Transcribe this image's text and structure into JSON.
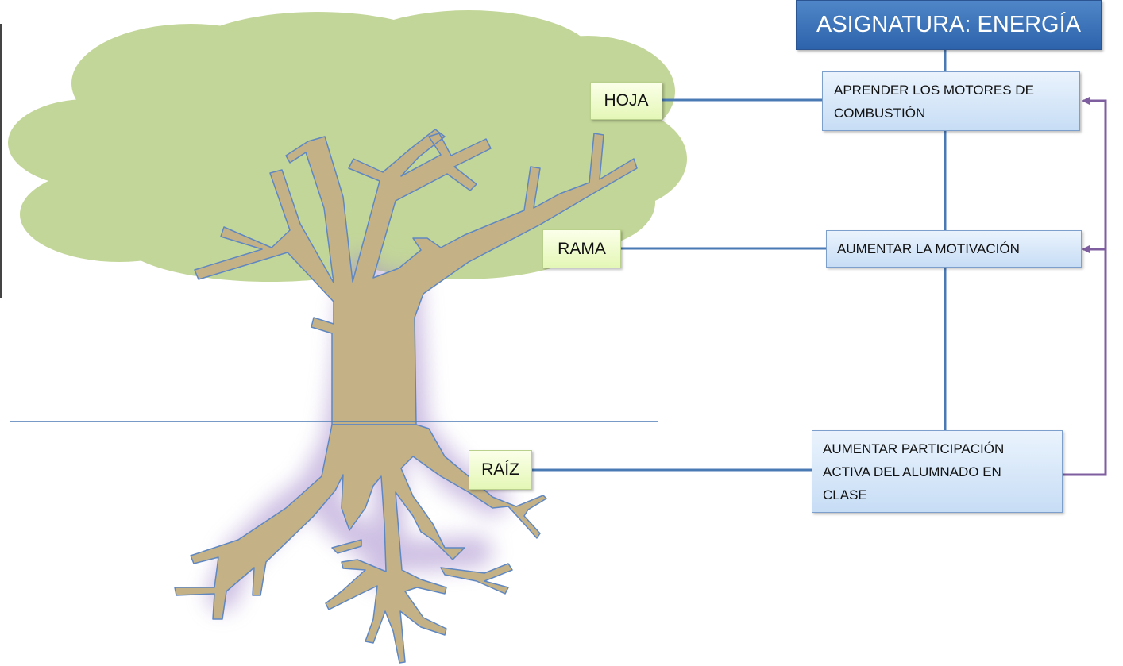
{
  "title": "ASIGNATURA: ENERGÍA",
  "tree_labels": {
    "leaf": "HOJA",
    "branch": "RAMA",
    "root": "RAÍZ"
  },
  "objectives": {
    "leaf": "APRENDER LOS MOTORES DE COMBUSTIÓN",
    "branch": "AUMENTAR LA MOTIVACIÓN",
    "root": "AUMENTAR PARTICIPACIÓN ACTIVA DEL ALUMNADO EN CLASE"
  },
  "colors": {
    "canopy": "#c3d699",
    "trunk": "#c4b286",
    "root_glow": "#a58bcc",
    "connector": "#4a7ab4",
    "feedback_arrow": "#7f5e9f",
    "title_fill": "#2d63ab",
    "label_fill": "#e4f7b6",
    "box_fill": "#c7ddf5"
  }
}
